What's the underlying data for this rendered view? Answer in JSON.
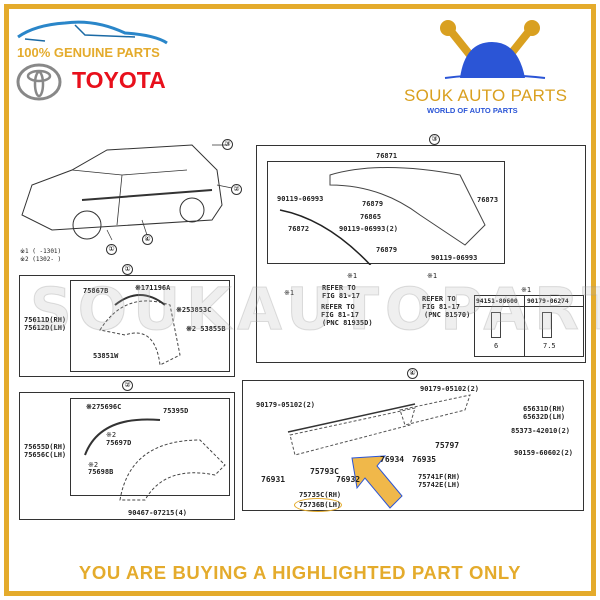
{
  "header": {
    "genuine": "100% GENUINE PARTS",
    "brand": "TOYOTA",
    "shop_name": "SOUK AUTO PARTS",
    "shop_tagline": "WORLD OF AUTO PARTS"
  },
  "watermark": "SOUKAUTOPARTS",
  "overview": {
    "callouts": [
      "①",
      "②",
      "③",
      "④"
    ],
    "note1": "※1 (    -1301)",
    "note2": "※2 (1302-    )"
  },
  "panel1": {
    "title": "①",
    "labels": [
      "75867B",
      "※171196A",
      "※253853C",
      "※2 53855B",
      "75611D(RH)",
      "75612D(LH)",
      "53851W"
    ]
  },
  "panel2": {
    "title": "②",
    "labels": [
      "※275696C",
      "75395D",
      "※2",
      "75697D",
      "75655D(RH)",
      "75656C(LH)",
      "※2",
      "75698B",
      "90467-07215(4)"
    ]
  },
  "panel3": {
    "title": "③",
    "labels": [
      "76871",
      "90119-06993",
      "76879",
      "76873",
      "76865",
      "76872",
      "90119-06993(2)",
      "76879",
      "90119-06993",
      "※1",
      "※1",
      "※1",
      "REFER TO",
      "FIG 81-17",
      "REFER TO",
      "FIG 81-17",
      "(PNC 81935D)",
      "REFER TO",
      "FIG 81-17",
      "(PNC 81570)",
      "※1",
      "94151-80600",
      "90179-06274",
      "6",
      "7.5"
    ]
  },
  "panel4": {
    "title": "④",
    "labels": [
      "90179-05102(2)",
      "90179-05102(2)",
      "65631D(RH)",
      "65632D(LH)",
      "85373-42010(2)",
      "90159-60602(2)",
      "75797",
      "76934",
      "76935",
      "76931",
      "75793C",
      "76932",
      "75741F(RH)",
      "75742E(LH)",
      "75735C(RH)",
      "75736B(LH)"
    ]
  },
  "footer": "YOU ARE BUYING A HIGHLIGHTED PART ONLY",
  "colors": {
    "gold": "#e4ab2c",
    "red": "#e8101c",
    "blue": "#2b55d6"
  }
}
